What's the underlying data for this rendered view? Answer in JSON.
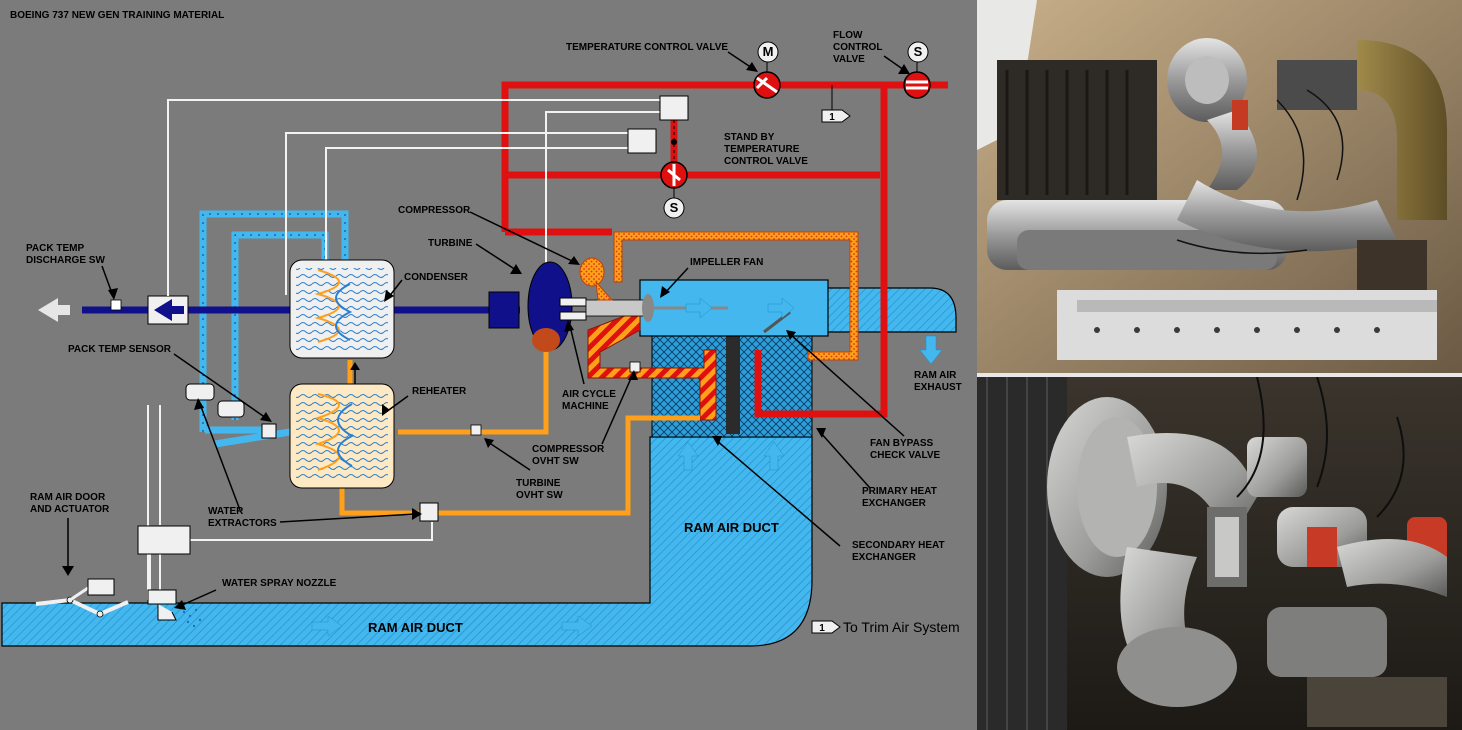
{
  "header": {
    "title": "BOEING 737 NEW GEN TRAINING MATERIAL"
  },
  "labels": {
    "temperature_control_valve": "TEMPERATURE CONTROL VALVE",
    "flow_control_valve": [
      "FLOW",
      "CONTROL",
      "VALVE"
    ],
    "standby_valve": [
      "STAND BY",
      "TEMPERATURE",
      "CONTROL VALVE"
    ],
    "compressor": "COMPRESSOR",
    "turbine": "TURBINE",
    "condenser": "CONDENSER",
    "impeller_fan": "IMPELLER FAN",
    "pack_temp_discharge_sw": [
      "PACK TEMP",
      "DISCHARGE SW"
    ],
    "pack_temp_sensor": "PACK TEMP SENSOR",
    "reheater": "REHEATER",
    "air_cycle_machine": [
      "AIR CYCLE",
      "MACHINE"
    ],
    "compressor_ovht_sw": [
      "COMPRESSOR",
      "OVHT SW"
    ],
    "turbine_ovht_sw": [
      "TURBINE",
      "OVHT SW"
    ],
    "ram_air_exhaust": [
      "RAM AIR",
      "EXHAUST"
    ],
    "fan_bypass_check_valve": [
      "FAN BYPASS",
      "CHECK VALVE"
    ],
    "primary_heat_exchanger": [
      "PRIMARY HEAT",
      "EXCHANGER"
    ],
    "secondary_heat_exchanger": [
      "SECONDARY HEAT",
      "EXCHANGER"
    ],
    "ram_air_door": [
      "RAM AIR DOOR",
      "AND ACTUATOR"
    ],
    "water_extractors": [
      "WATER",
      "EXTRACTORS"
    ],
    "water_spray_nozzle": "WATER SPRAY NOZZLE",
    "ram_air_duct_lower": "RAM AIR DUCT",
    "ram_air_duct_upper": "RAM AIR DUCT"
  },
  "valve_symbols": {
    "motor": "M",
    "solenoid": "S",
    "standby_solenoid": "S"
  },
  "trim_note": {
    "ref": "1",
    "text": "To Trim Air System"
  },
  "trim_tag": "1",
  "colors": {
    "background": "#7b7b7b",
    "hot_air": "#e01010",
    "warm_air": "#ff9f1a",
    "ram_air": "#44b8ee",
    "conditioned_air": "#10108a",
    "sensor_lines": "#f2f2f2"
  }
}
